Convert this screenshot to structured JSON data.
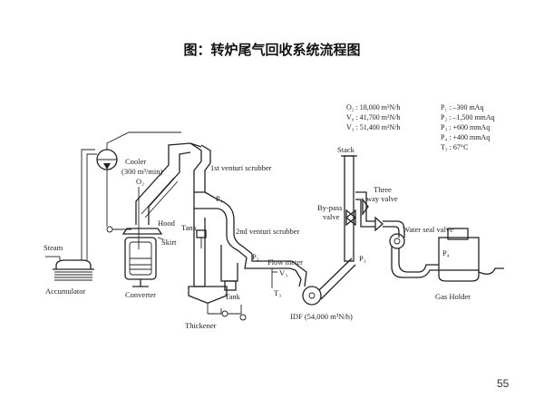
{
  "title": "图：转炉尾气回收系统流程图",
  "page_number": "55",
  "specs": [
    "O₂ : 18,000 m³N/h",
    "V₀ : 41,700 m³N/h",
    "V₃ : 51,400 m³N/h",
    "P₁ : –300 mAq",
    "P₂ : –1,500 mmAq",
    "P₃ : +600 mmAq",
    "P₄ : +400 mmAq",
    "T₃ : 67°C"
  ],
  "labels": {
    "cooler": "Cooler",
    "cooler_rate": "(300 m³/min)",
    "o2": "O₂",
    "hood": "Hood",
    "skirt": "Skirt",
    "steam": "Steam",
    "accumulator": "Accumulator",
    "converter": "Converter",
    "first_venturi": "1st venturi scrubber",
    "second_venturi": "2nd venturi scrubber",
    "p1": "P₁",
    "p2": "P₂",
    "p3": "P₃",
    "p4": "P₄",
    "tank1": "Tank",
    "tank2": "Tank",
    "flow_meter": "Flow meter",
    "v3": "V₃",
    "t3": "T₃",
    "thickener": "Thickener",
    "idf": "IDF (54,000 m³N/h)",
    "stack": "Stack",
    "bypass_valve": "By-pass",
    "bypass_valve_2": "valve",
    "three_way": "Three",
    "three_way_2": "way valve",
    "water_seal": "Water seal valve",
    "gas_holder": "Gas Holder"
  }
}
